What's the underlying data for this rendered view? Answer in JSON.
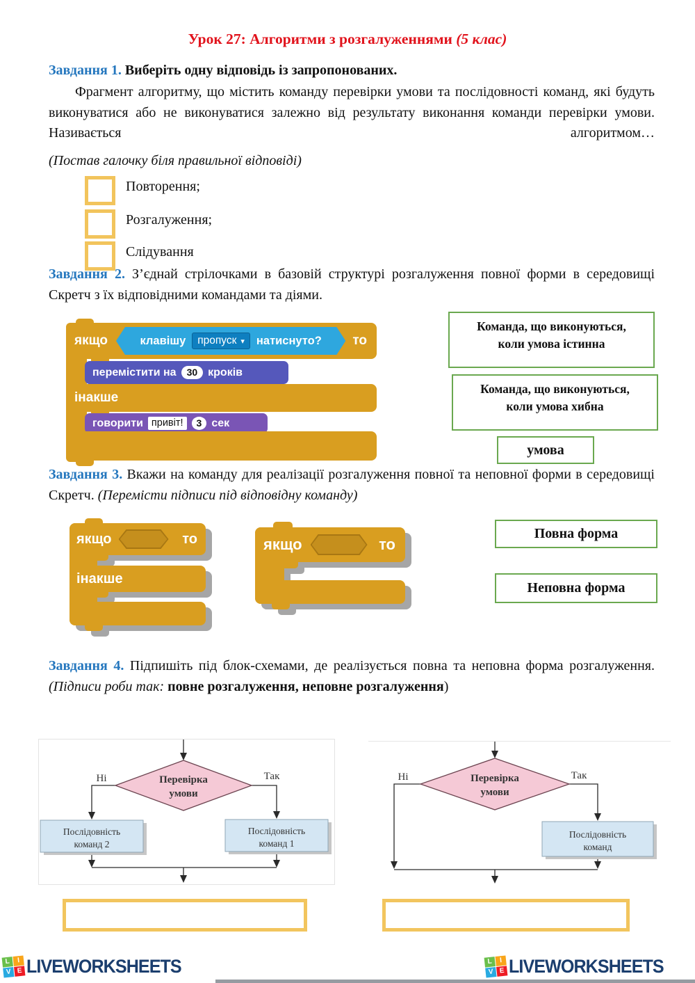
{
  "colors": {
    "title_red": "#e1131c",
    "task_label_blue": "#2577be",
    "green_border": "#6aa84f",
    "checkbox_gold": "#f2c45c",
    "scratch_gold": "#d99e20",
    "scratch_condition_blue": "#2ea7de",
    "scratch_move_purple": "#5558bb",
    "scratch_say_purple": "#7a55b5",
    "flow_diamond_pink": "#f5c9d6",
    "flow_box_blue": "#d4e6f3",
    "logo_navy": "#1b3e6e"
  },
  "title": {
    "text": "Урок 27: Алгоритми з розгалуженнями ",
    "suffix": "(5 клас)"
  },
  "task1": {
    "label": "Завдання 1.",
    "heading": " Виберіть одну відповідь із запропонованих.",
    "paragraph": "Фрагмент алгоритму, що містить команду перевірки умови та послідовності команд, які будуть виконуватися або не виконуватися залежно від результату виконання команди перевірки умови. Називається алгоритмом…",
    "hint": "(Постав галочку біля правильної відповіді)",
    "options": [
      "Повторення;",
      "Розгалуження;",
      "Слідування"
    ]
  },
  "task2": {
    "label": "Завдання 2.",
    "text": " З’єднай стрілочками в базовій структурі розгалуження повної форми в середовищі Скретч з їх відповідними командами та діями.",
    "scratch": {
      "if_label": "якщо",
      "then_label": "то",
      "condition_prefix": "клавішу",
      "condition_dropdown": "пропуск",
      "dropdown_arrow": "▾",
      "condition_suffix": "натиснуто?",
      "move_prefix": "перемістити на",
      "move_value": "30",
      "move_suffix": "кроків",
      "else_label": "інакше",
      "say_prefix": "говорити",
      "say_text": "привіт!",
      "say_value": "3",
      "say_suffix": "сек"
    },
    "target_true_line1": "Команда, що виконуються,",
    "target_true_line2": "коли умова істинна",
    "target_false_line1": "Команда, що виконуються,",
    "target_false_line2": "коли умова хибна",
    "target_condition": "умова"
  },
  "task3": {
    "label": "Завдання 3.",
    "text": " Вкажи на команду для реалізації розгалуження повної та неповної форми в середовищі Скретч. ",
    "hint": "(Перемісти підписи під відповідну команду)",
    "block_full": {
      "if_label": "якщо",
      "then_label": "то",
      "else_label": "інакше"
    },
    "block_partial": {
      "if_label": "якщо",
      "then_label": "то"
    },
    "answer_full": "Повна форма",
    "answer_partial": "Неповна форма"
  },
  "task4": {
    "label": "Завдання 4.",
    "text": " Підпишіть під блок-схемами, де реалізується повна та неповна форма розгалуження. ",
    "hint_italic": "(Підписи роби так: ",
    "hint_bold": "повне розгалуження, неповне розгалуження",
    "hint_close": ")"
  },
  "flowchart_full": {
    "no": "Ні",
    "yes": "Так",
    "cond_line1": "Перевірка",
    "cond_line2": "умови",
    "left_box_line1": "Послідовність",
    "left_box_line2": "команд 2",
    "right_box_line1": "Послідовність",
    "right_box_line2": "команд 1"
  },
  "flowchart_partial": {
    "no": "Ні",
    "yes": "Так",
    "cond_line1": "Перевірка",
    "cond_line2": "умови",
    "box_line1": "Послідовність",
    "box_line2": "команд"
  },
  "footer": {
    "brand": "LIVEWORKSHEETS",
    "tiles": [
      "L",
      "I",
      "V",
      "E"
    ]
  }
}
